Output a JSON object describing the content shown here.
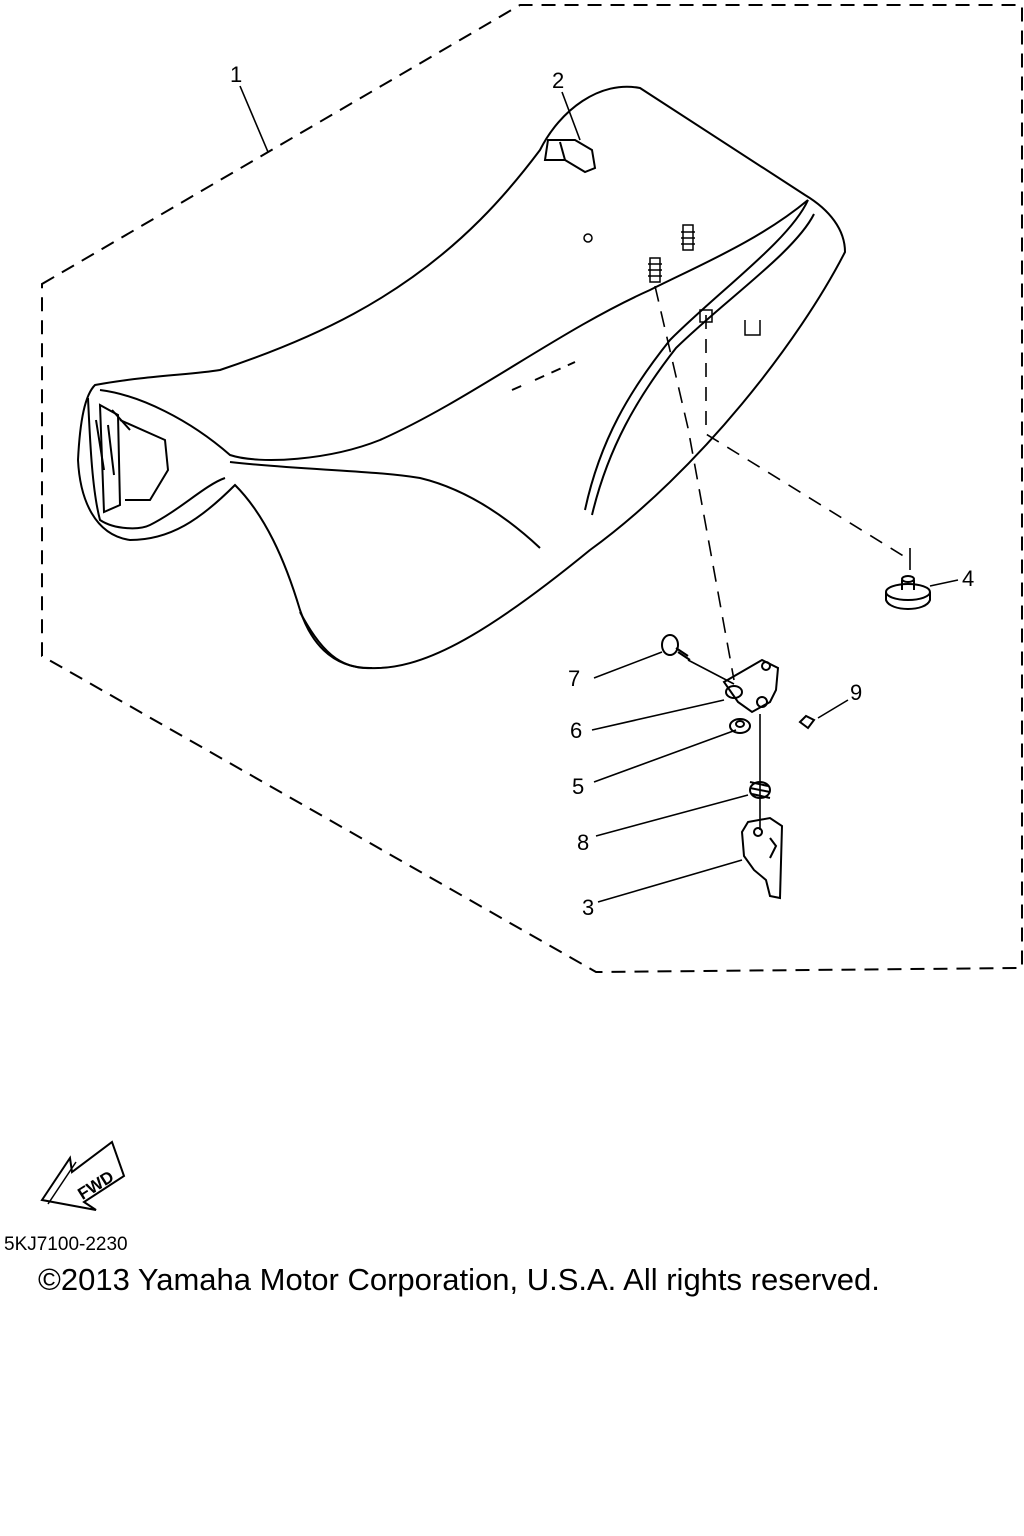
{
  "callouts": [
    {
      "num": "1",
      "name": "callout-1"
    },
    {
      "num": "2",
      "name": "callout-2"
    },
    {
      "num": "3",
      "name": "callout-3"
    },
    {
      "num": "4",
      "name": "callout-4"
    },
    {
      "num": "5",
      "name": "callout-5"
    },
    {
      "num": "6",
      "name": "callout-6"
    },
    {
      "num": "7",
      "name": "callout-7"
    },
    {
      "num": "8",
      "name": "callout-8"
    },
    {
      "num": "9",
      "name": "callout-9"
    }
  ],
  "fwd_label": "FWD",
  "diagram_code": "5KJ7100-2230",
  "copyright": "©2013 Yamaha Motor Corporation, U.S.A. All rights reserved."
}
